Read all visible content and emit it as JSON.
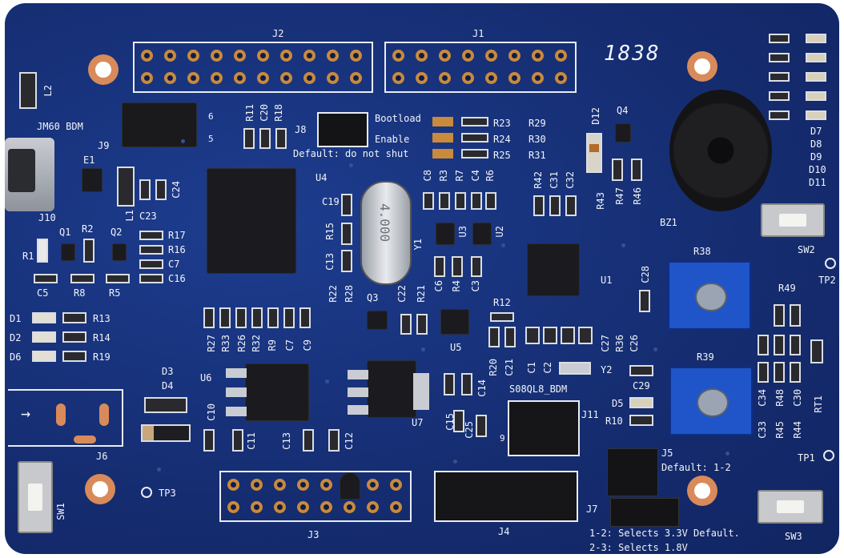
{
  "labels": {
    "j2": "J2",
    "j1": "J1",
    "date_code": "1838",
    "l2": "L2",
    "jm60_bdm": "JM60 BDM",
    "j9": "J9",
    "e1": "E1",
    "j10": "J10",
    "r11": "R11",
    "c20": "C20",
    "r18": "R18",
    "j8": "J8",
    "bootload": "Bootload",
    "enable": "Enable",
    "default_no_shut": "Default: do not shut",
    "r23": "R23",
    "r24": "R24",
    "r25": "R25",
    "r29": "R29",
    "r30": "R30",
    "r31": "R31",
    "d12": "D12",
    "q4": "Q4",
    "d7": "D7",
    "d8": "D8",
    "d9": "D9",
    "d10": "D10",
    "d11": "D11",
    "u4": "U4",
    "c19": "C19",
    "r15": "R15",
    "c13": "C13",
    "y1": "Y1",
    "crystal": "4.000",
    "c8": "C8",
    "r3": "R3",
    "r7": "R7",
    "c4": "C4",
    "r6": "R6",
    "u3": "U3",
    "u2": "U2",
    "r42": "R42",
    "c31": "C31",
    "c32": "C32",
    "r43": "R43",
    "r47": "R47",
    "r46": "R46",
    "bz1": "BZ1",
    "c24": "C24",
    "c23": "C23",
    "l1": "L1",
    "q1": "Q1",
    "r2": "R2",
    "q2": "Q2",
    "r1": "R1",
    "r17": "R17",
    "r16": "R16",
    "c7a": "C7",
    "c16": "C16",
    "c5": "C5",
    "r8": "R8",
    "r5": "R5",
    "d1": "D1",
    "d2": "D2",
    "d6": "D6",
    "r13": "R13",
    "r14": "R14",
    "r19": "R19",
    "r22": "R22",
    "r28": "R28",
    "q3": "Q3",
    "c22": "C22",
    "r21": "R21",
    "c6": "C6",
    "r4": "R4",
    "c3": "C3",
    "u5": "U5",
    "r12": "R12",
    "u1": "U1",
    "c28": "C28",
    "r27": "R27",
    "r33": "R33",
    "r26": "R26",
    "r32": "R32",
    "r9": "R9",
    "c7b": "C7",
    "c9": "C9",
    "r38": "R38",
    "r49": "R49",
    "sw2": "SW2",
    "tp2": "TP2",
    "r20": "R20",
    "c21": "C21",
    "c1": "C1",
    "c2": "C2",
    "c27": "C27",
    "r36": "R36",
    "c26": "C26",
    "y2": "Y2",
    "c29": "C29",
    "d5": "D5",
    "r10": "R10",
    "so8ql8_bdm": "S08QL8_BDM",
    "j11": "J11",
    "r39": "R39",
    "c34": "C34",
    "r48": "R48",
    "c30": "C30",
    "c33": "C33",
    "r45": "R45",
    "r44": "R44",
    "rt1": "RT1",
    "tp1": "TP1",
    "d3": "D3",
    "d4": "D4",
    "u6": "U6",
    "u7": "U7",
    "c14": "C14",
    "c15": "C15",
    "c25": "C25",
    "c10": "C10",
    "c11": "C11",
    "c13b": "C13",
    "c12": "C12",
    "j6": "J6",
    "j5": "J5",
    "default_1_2": "Default: 1-2",
    "sw1": "SW1",
    "tp3": "TP3",
    "j3": "J3",
    "j4": "J4",
    "j7": "J7",
    "sel_1_2": "1-2: Selects 3.3V Default.",
    "sel_2_3": "2-3: Selects 1.8V",
    "sw3": "SW3",
    "pin9": "9",
    "pin6": "6",
    "pin5": "5"
  },
  "colors": {
    "pcb": "#16307a",
    "silkscreen": "#f2f4f8",
    "copper": "#d98a5a",
    "potentiometer": "#1f55c8"
  }
}
